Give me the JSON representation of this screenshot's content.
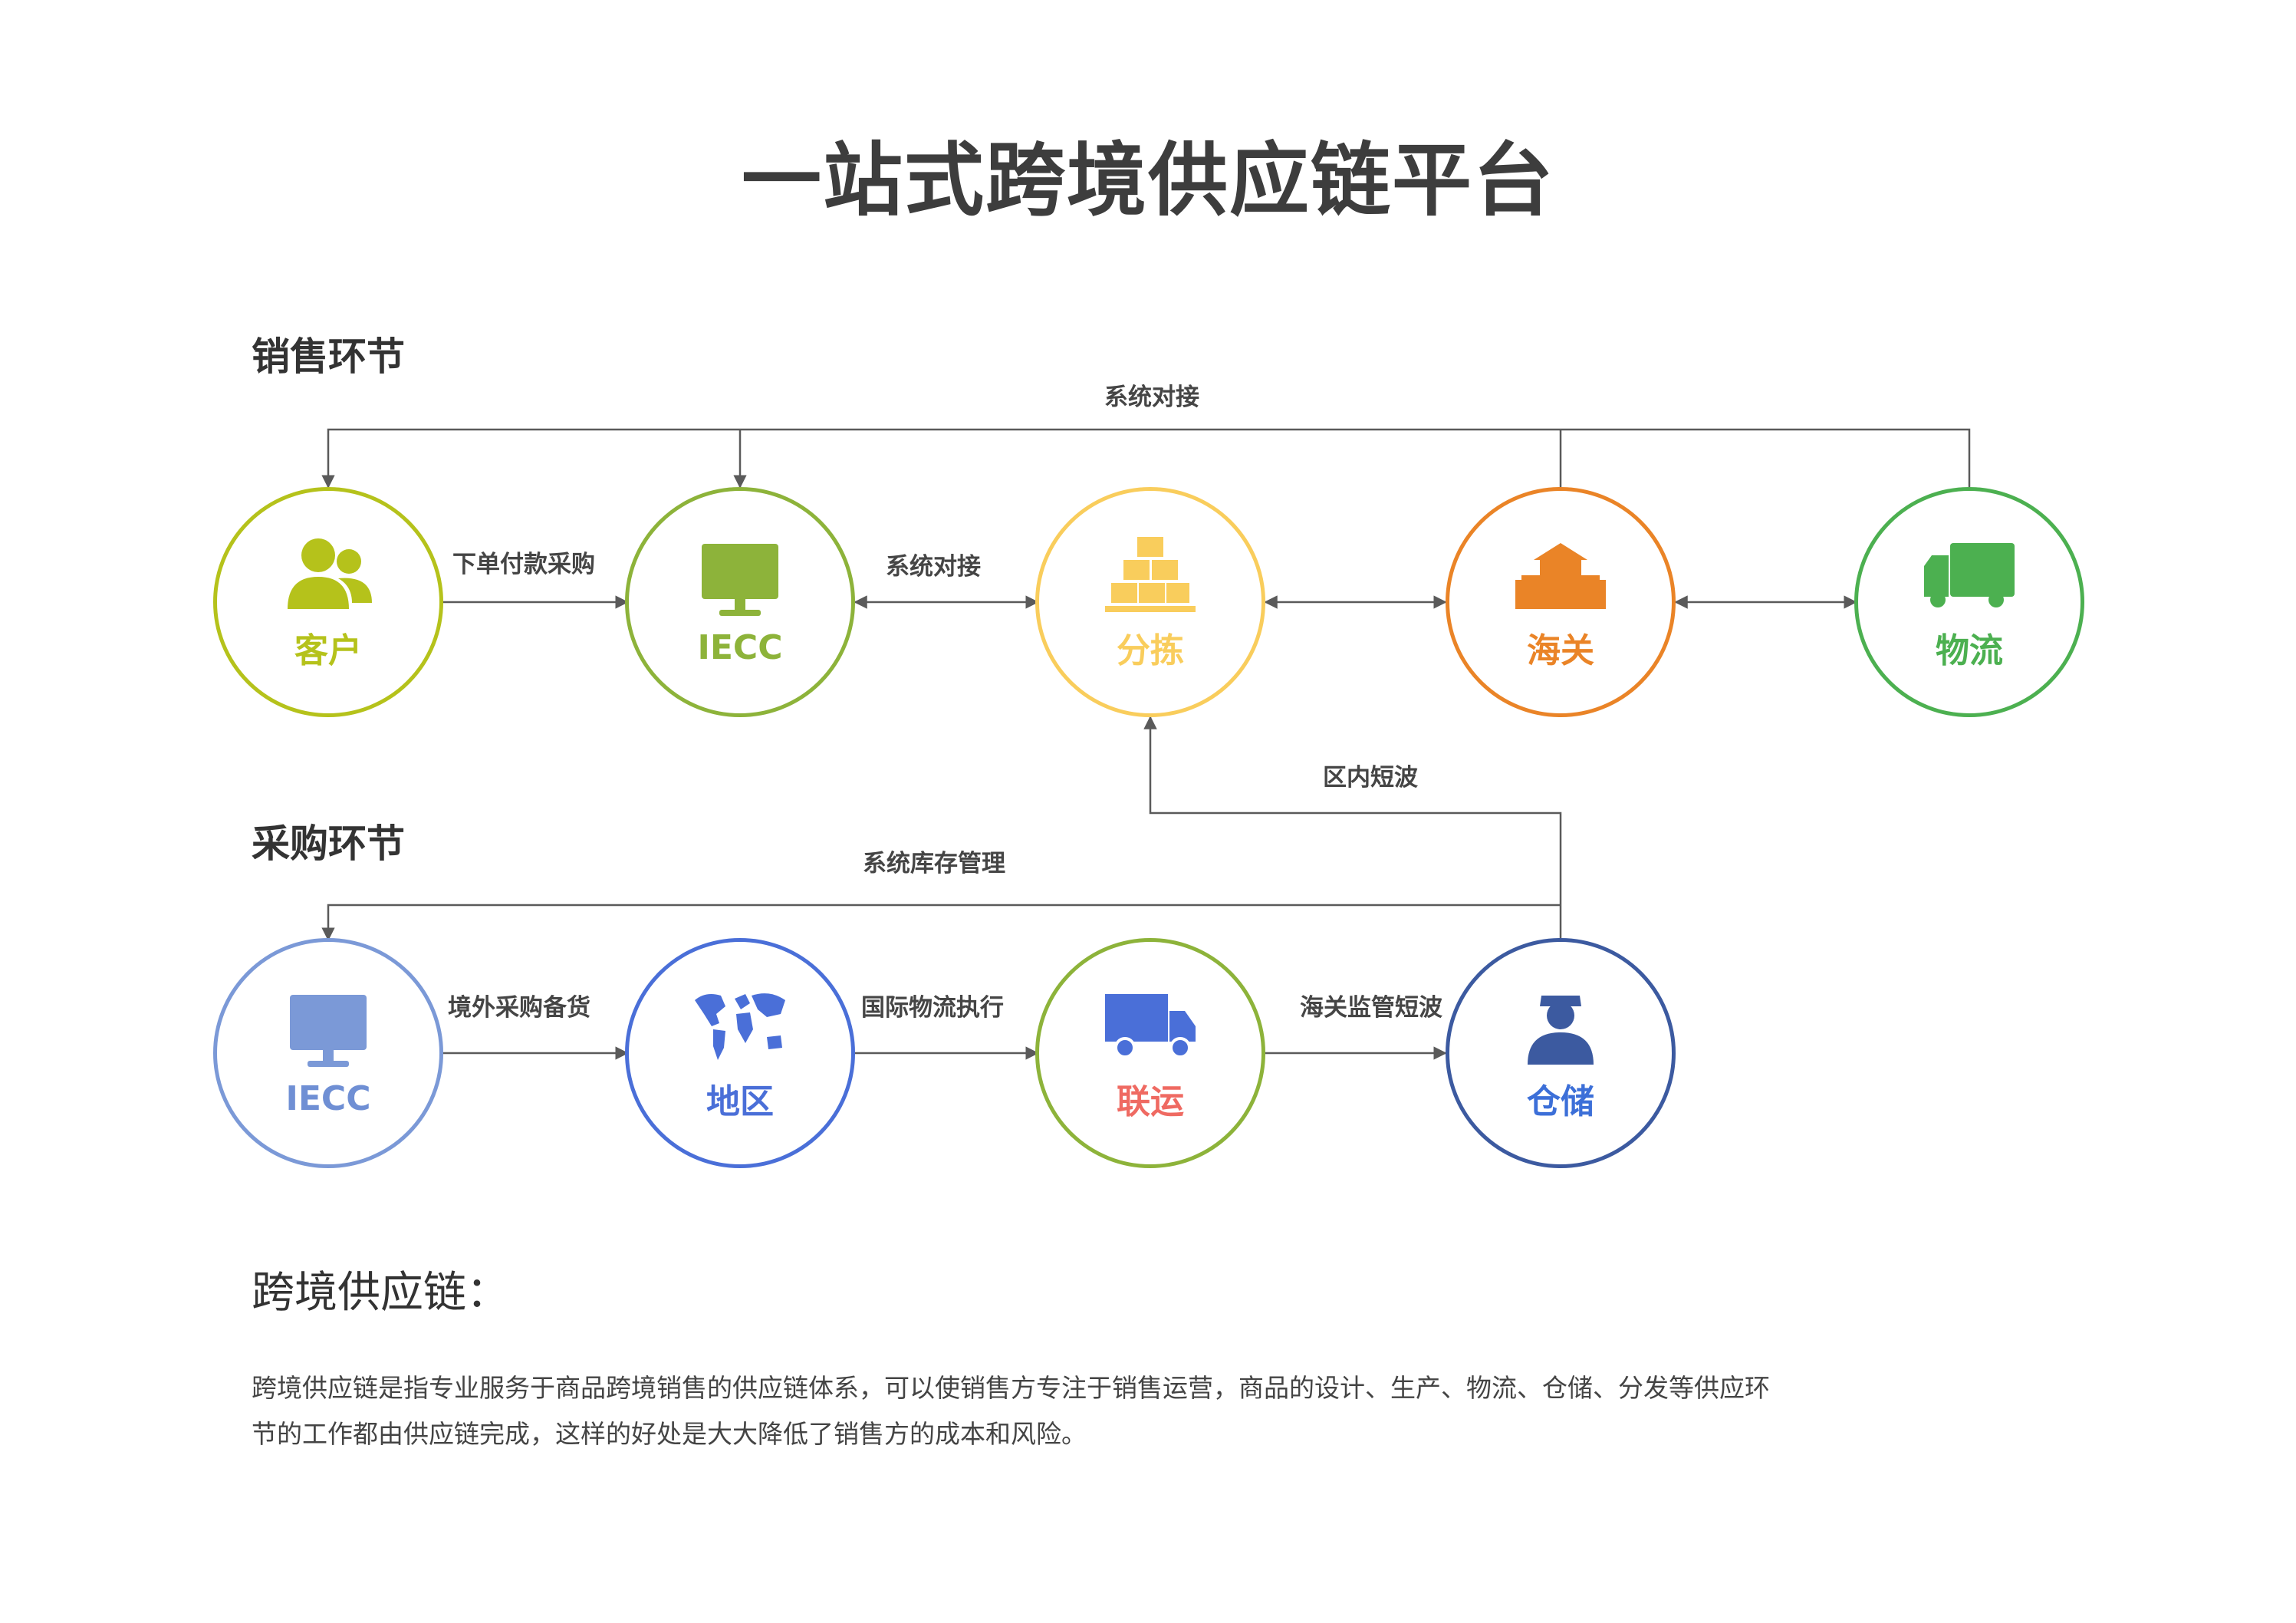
{
  "title": "一站式跨境供应链平台",
  "sales_section": "销售环节",
  "purchase_section": "采购环节",
  "sales_nodes": [
    {
      "label": "客户",
      "icon": "users-icon",
      "color": "#b5c21b"
    },
    {
      "label": "IECC",
      "icon": "monitor-icon",
      "color": "#8db33a"
    },
    {
      "label": "分拣",
      "icon": "boxes-icon",
      "color": "#f9cd5c"
    },
    {
      "label": "海关",
      "icon": "customs-building-icon",
      "color": "#ea8427"
    },
    {
      "label": "物流",
      "icon": "truck-icon",
      "color": "#4cb050"
    }
  ],
  "purchase_nodes": [
    {
      "label": "IECC",
      "icon": "monitor-icon",
      "color": "#7b99d7",
      "label_color": "#6f8fd4"
    },
    {
      "label": "地区",
      "icon": "world-map-icon",
      "color": "#4a6fd8",
      "label_color": "#4a6fd8"
    },
    {
      "label": "联运",
      "icon": "truck-icon",
      "color": "#8db33a",
      "label_color": "#ef6a62",
      "icon_color": "#4a6fd8"
    },
    {
      "label": "仓储",
      "icon": "officer-icon",
      "color": "#3c5aa0",
      "label_color": "#3c6fd8",
      "icon_color": "#3c5aa0"
    }
  ],
  "flow_labels": {
    "sys_top": "系统对接",
    "order": "下单付款采购",
    "sys_mid": "系统对接",
    "short_wave": "区内短波",
    "inventory": "系统库存管理",
    "overseas": "境外采购备货",
    "intl": "国际物流执行",
    "customs_short": "海关监管短波"
  },
  "intro_heading": "跨境供应链：",
  "intro_text": "跨境供应链是指专业服务于商品跨境销售的供应链体系，可以使销售方专注于销售运营，商品的设计、生产、物流、仓储、分发等供应环节的工作都由供应链完成，这样的好处是大大降低了销售方的成本和风险。",
  "line_color": "#5a5a5a"
}
